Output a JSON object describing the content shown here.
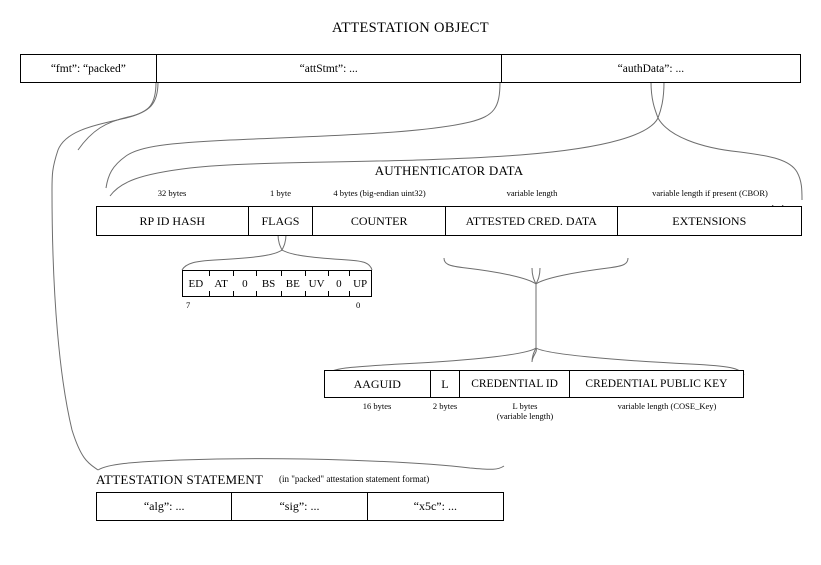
{
  "diagram": {
    "title": "ATTESTATION OBJECT"
  },
  "attestation_object": {
    "cells": [
      {
        "label": "“fmt”: “packed”"
      },
      {
        "label": "“attStmt”: ..."
      },
      {
        "label": "“authData”: ..."
      }
    ]
  },
  "authenticator_data": {
    "title": "AUTHENTICATOR DATA",
    "captions": [
      "32 bytes",
      "1 byte",
      "4 bytes (big-endian uint32)",
      "variable length",
      "variable length if present (CBOR)"
    ],
    "cells": [
      {
        "label": "RP ID HASH"
      },
      {
        "label": "FLAGS"
      },
      {
        "label": "COUNTER"
      },
      {
        "label": "ATTESTED CRED. DATA"
      },
      {
        "label": "EXTENSIONS"
      }
    ]
  },
  "flags": {
    "bits": [
      {
        "label": "ED"
      },
      {
        "label": "AT"
      },
      {
        "label": "0"
      },
      {
        "label": "BS"
      },
      {
        "label": "BE"
      },
      {
        "label": "UV"
      },
      {
        "label": "0"
      },
      {
        "label": "UP"
      }
    ],
    "index_high": "7",
    "index_low": "0"
  },
  "attested_credential_data": {
    "cells": [
      {
        "label": "AAGUID"
      },
      {
        "label": "L"
      },
      {
        "label": "CREDENTIAL ID"
      },
      {
        "label": "CREDENTIAL PUBLIC KEY"
      }
    ],
    "captions": [
      "16 bytes",
      "2 bytes",
      "L bytes\n(variable length)",
      "variable length (COSE_Key)"
    ],
    "caption_credential_id_line1": "L bytes",
    "caption_credential_id_line2": "(variable length)"
  },
  "attestation_statement": {
    "title": "ATTESTATION STATEMENT",
    "subtitle": "(in \"packed\" attestation statement format)",
    "cells": [
      {
        "label": "“alg”: ..."
      },
      {
        "label": "“sig”: ..."
      },
      {
        "label": "“x5c”: ..."
      }
    ]
  },
  "colors": {
    "ink": "#000000",
    "connector": "#6e6e6e",
    "background": "#ffffff"
  }
}
